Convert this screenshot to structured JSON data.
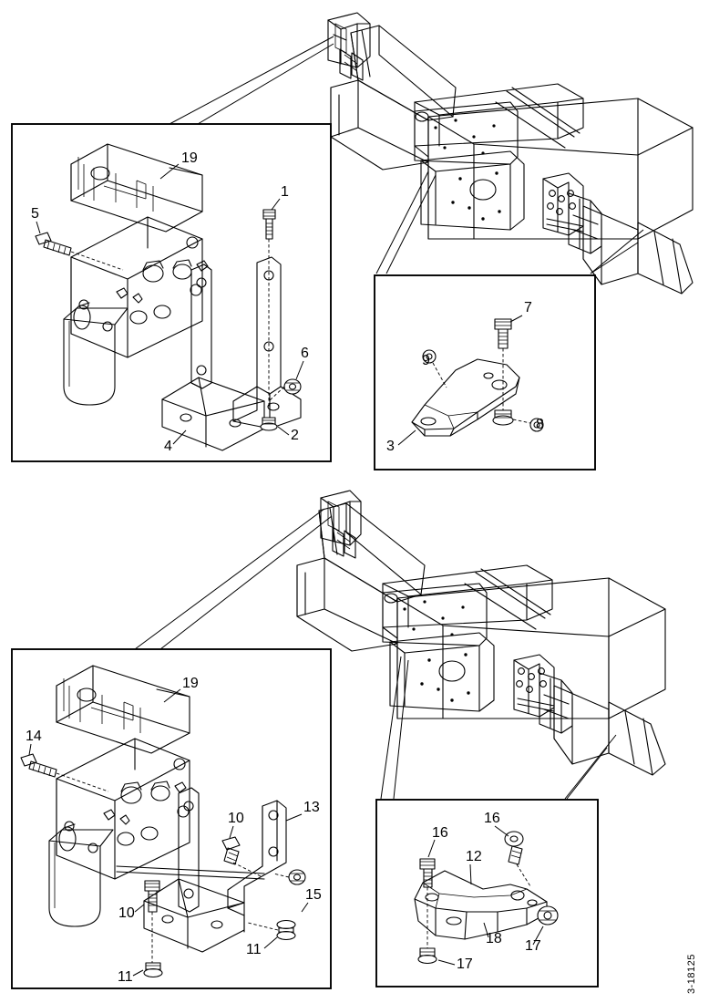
{
  "document": {
    "type": "parts-assembly-exploded-diagram",
    "page_id": "3-18125",
    "background_color": "#ffffff",
    "line_color": "#000000"
  },
  "panels": [
    {
      "id": "upper-machine",
      "name": "upper-machine-illustration",
      "caption": "",
      "description": "isometric frame chassis with blade and mounting rails"
    },
    {
      "id": "upper-left-detail",
      "name": "upper-left-detail-box",
      "callouts": [
        {
          "number": "19",
          "name": "callout-19"
        },
        {
          "number": "5",
          "name": "callout-5"
        },
        {
          "number": "1",
          "name": "callout-1"
        },
        {
          "number": "6",
          "name": "callout-6"
        },
        {
          "number": "2",
          "name": "callout-2"
        },
        {
          "number": "4",
          "name": "callout-4"
        }
      ]
    },
    {
      "id": "upper-right-detail",
      "name": "upper-right-detail-box",
      "callouts": [
        {
          "number": "7",
          "name": "callout-7"
        },
        {
          "number": "9",
          "name": "callout-9"
        },
        {
          "number": "8",
          "name": "callout-8"
        },
        {
          "number": "3",
          "name": "callout-3"
        }
      ]
    },
    {
      "id": "lower-machine",
      "name": "lower-machine-illustration",
      "caption": "",
      "description": "isometric frame chassis with blade and mounting rails"
    },
    {
      "id": "lower-left-detail",
      "name": "lower-left-detail-box",
      "callouts": [
        {
          "number": "19",
          "name": "callout-19b"
        },
        {
          "number": "14",
          "name": "callout-14"
        },
        {
          "number": "10",
          "name": "callout-10a"
        },
        {
          "number": "13",
          "name": "callout-13"
        },
        {
          "number": "10",
          "name": "callout-10b"
        },
        {
          "number": "15",
          "name": "callout-15"
        },
        {
          "number": "11",
          "name": "callout-11a"
        },
        {
          "number": "11",
          "name": "callout-11b"
        }
      ]
    },
    {
      "id": "lower-right-detail",
      "name": "lower-right-detail-box",
      "callouts": [
        {
          "number": "16",
          "name": "callout-16a"
        },
        {
          "number": "16",
          "name": "callout-16b"
        },
        {
          "number": "12",
          "name": "callout-12"
        },
        {
          "number": "18",
          "name": "callout-18"
        },
        {
          "number": "17",
          "name": "callout-17a"
        },
        {
          "number": "17",
          "name": "callout-17b"
        }
      ]
    }
  ],
  "labels": {
    "n1": "1",
    "n2": "2",
    "n3": "3",
    "n4": "4",
    "n5": "5",
    "n6": "6",
    "n7": "7",
    "n8": "8",
    "n9": "9",
    "n10a": "10",
    "n10b": "10",
    "n11a": "11",
    "n11b": "11",
    "n12": "12",
    "n13": "13",
    "n14": "14",
    "n15": "15",
    "n16a": "16",
    "n16b": "16",
    "n17a": "17",
    "n17b": "17",
    "n18": "18",
    "n19a": "19",
    "n19b": "19"
  },
  "page_number": "3-18125"
}
